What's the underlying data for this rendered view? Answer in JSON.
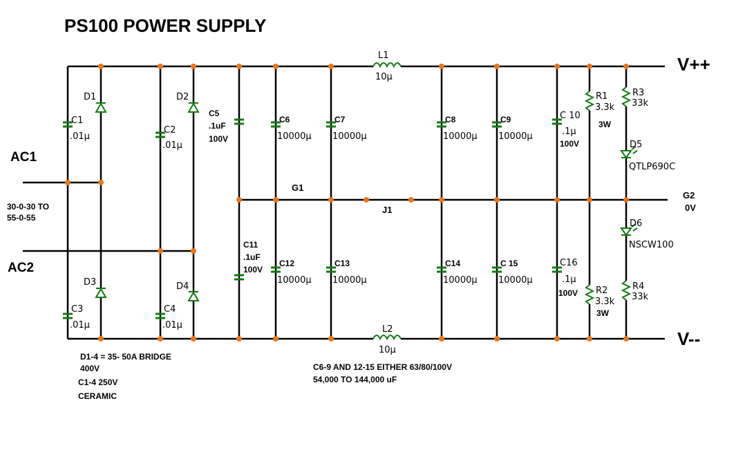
{
  "title": "PS100 POWER SUPPLY",
  "rails": {
    "vpp": "V++",
    "vmm": "V--",
    "g1": "G1",
    "g2": "G2",
    "g2_sub": "0V",
    "j1": "J1"
  },
  "inputs": {
    "ac1": "AC1",
    "ac2": "AC2",
    "transformer_line1": "30-0-30 TO",
    "transformer_line2": "55-0-55"
  },
  "diodes": {
    "d1": "D1",
    "d2": "D2",
    "d3": "D3",
    "d4": "D4",
    "d5": "D5",
    "d5_part": "QTLP690C",
    "d6": "D6",
    "d6_part": "NSCW100"
  },
  "inductors": {
    "l1": "L1",
    "l1_val": "10µ",
    "l2": "L2",
    "l2_val": "10µ"
  },
  "capacitors": {
    "c1": "C1",
    "c1_val": ".01µ",
    "c2": "C2",
    "c2_val": ".01µ",
    "c3": "C3",
    "c3_val": ".01µ",
    "c4": "C4",
    "c4_val": ".01µ",
    "c5": "C5",
    "c5_val": ".1uF",
    "c5_v": "100V",
    "c11": "C11",
    "c11_val": ".1uF",
    "c11_v": "100V",
    "c6": "C6",
    "c7": "C7",
    "c8": "C8",
    "c9": "C9",
    "c12": "C12",
    "c13": "C13",
    "c14": "C14",
    "c15": "C 15",
    "c10": "C 10",
    "c10_val": ".1µ",
    "c10_v": "100V",
    "c16": "C16",
    "c16_val": ".1µ",
    "c16_v": "100V",
    "big_val": "10000µ"
  },
  "resistors": {
    "r1": "R1",
    "r1_val": "3.3k",
    "r1_w": "3W",
    "r2": "R2",
    "r2_val": "3.3k",
    "r2_w": "3W",
    "r3": "R3",
    "r3_val": "33k",
    "r4": "R4",
    "r4_val": "33k"
  },
  "notes": {
    "bridge_line1": "D1-4 = 35- 50A BRIDGE",
    "bridge_line2": "400V",
    "cer_line1": "C1-4 250V",
    "cer_line2": "CERAMIC",
    "caps_line1": "C6-9 AND 12-15 EITHER 63/80/100V",
    "caps_line2": "54,000 TO 144,000 uF"
  }
}
